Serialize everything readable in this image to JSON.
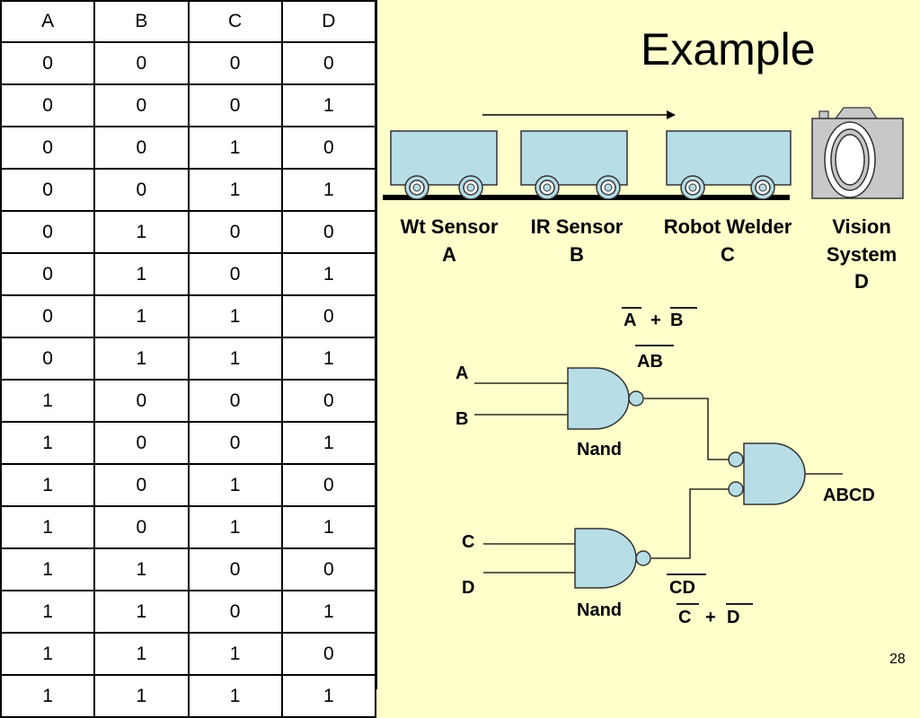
{
  "title": "Example",
  "page_number": "28",
  "truth_table": {
    "headers": [
      "A",
      "B",
      "C",
      "D"
    ],
    "rows": [
      [
        "0",
        "0",
        "0",
        "0"
      ],
      [
        "0",
        "0",
        "0",
        "1"
      ],
      [
        "0",
        "0",
        "1",
        "0"
      ],
      [
        "0",
        "0",
        "1",
        "1"
      ],
      [
        "0",
        "1",
        "0",
        "0"
      ],
      [
        "0",
        "1",
        "0",
        "1"
      ],
      [
        "0",
        "1",
        "1",
        "0"
      ],
      [
        "0",
        "1",
        "1",
        "1"
      ],
      [
        "1",
        "0",
        "0",
        "0"
      ],
      [
        "1",
        "0",
        "0",
        "1"
      ],
      [
        "1",
        "0",
        "1",
        "0"
      ],
      [
        "1",
        "0",
        "1",
        "1"
      ],
      [
        "1",
        "1",
        "0",
        "0"
      ],
      [
        "1",
        "1",
        "0",
        "1"
      ],
      [
        "1",
        "1",
        "1",
        "0"
      ],
      [
        "1",
        "1",
        "1",
        "1"
      ]
    ]
  },
  "stations": [
    {
      "name": "Wt Sensor",
      "letter": "A"
    },
    {
      "name": "IR Sensor",
      "letter": "B"
    },
    {
      "name": "Robot Welder",
      "letter": "C"
    },
    {
      "name": "Vision System",
      "name_line1": "Vision",
      "name_line2": "System",
      "letter": "D"
    }
  ],
  "circuit": {
    "inputs": [
      "A",
      "B",
      "C",
      "D"
    ],
    "gate_label_top": "Nand",
    "gate_label_bottom": "Nand",
    "output_label": "ABCD",
    "expr_top_sum": {
      "left": "A",
      "op": "+",
      "right": "B"
    },
    "expr_top_product": "AB",
    "expr_bottom_product": "CD",
    "expr_bottom_sum": {
      "left": "C",
      "op": "+",
      "right": "D"
    }
  },
  "colors": {
    "background": "#ffffcc",
    "cart_fill": "#b7dde6",
    "gate_fill": "#b7dde6",
    "camera_fill": "#c8c8c8"
  }
}
